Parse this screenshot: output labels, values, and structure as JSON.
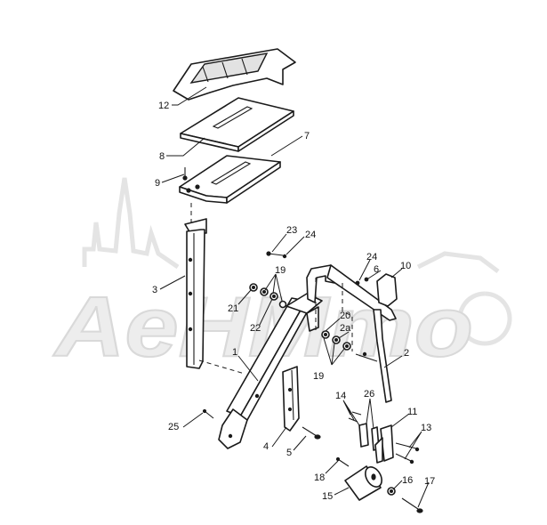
{
  "watermark": {
    "text": "AeHMmo",
    "color": "#e6e6e6"
  },
  "callouts": [
    {
      "id": "c12",
      "label": "12"
    },
    {
      "id": "c8",
      "label": "8"
    },
    {
      "id": "c7",
      "label": "7"
    },
    {
      "id": "c9",
      "label": "9"
    },
    {
      "id": "c23",
      "label": "23"
    },
    {
      "id": "c24a",
      "label": "24"
    },
    {
      "id": "c24b",
      "label": "24"
    },
    {
      "id": "c6",
      "label": "6"
    },
    {
      "id": "c10",
      "label": "10"
    },
    {
      "id": "c3",
      "label": "3"
    },
    {
      "id": "c19a",
      "label": "19"
    },
    {
      "id": "c21",
      "label": "21"
    },
    {
      "id": "c22",
      "label": "22"
    },
    {
      "id": "c20",
      "label": "20"
    },
    {
      "id": "c2a",
      "label": "2a"
    },
    {
      "id": "c19b",
      "label": "19"
    },
    {
      "id": "c1",
      "label": "1"
    },
    {
      "id": "c2",
      "label": "2"
    },
    {
      "id": "c14",
      "label": "14"
    },
    {
      "id": "c26",
      "label": "26"
    },
    {
      "id": "c25",
      "label": "25"
    },
    {
      "id": "c11",
      "label": "11"
    },
    {
      "id": "c13",
      "label": "13"
    },
    {
      "id": "c4",
      "label": "4"
    },
    {
      "id": "c5",
      "label": "5"
    },
    {
      "id": "c18",
      "label": "18"
    },
    {
      "id": "c16",
      "label": "16"
    },
    {
      "id": "c17",
      "label": "17"
    },
    {
      "id": "c15",
      "label": "15"
    }
  ]
}
